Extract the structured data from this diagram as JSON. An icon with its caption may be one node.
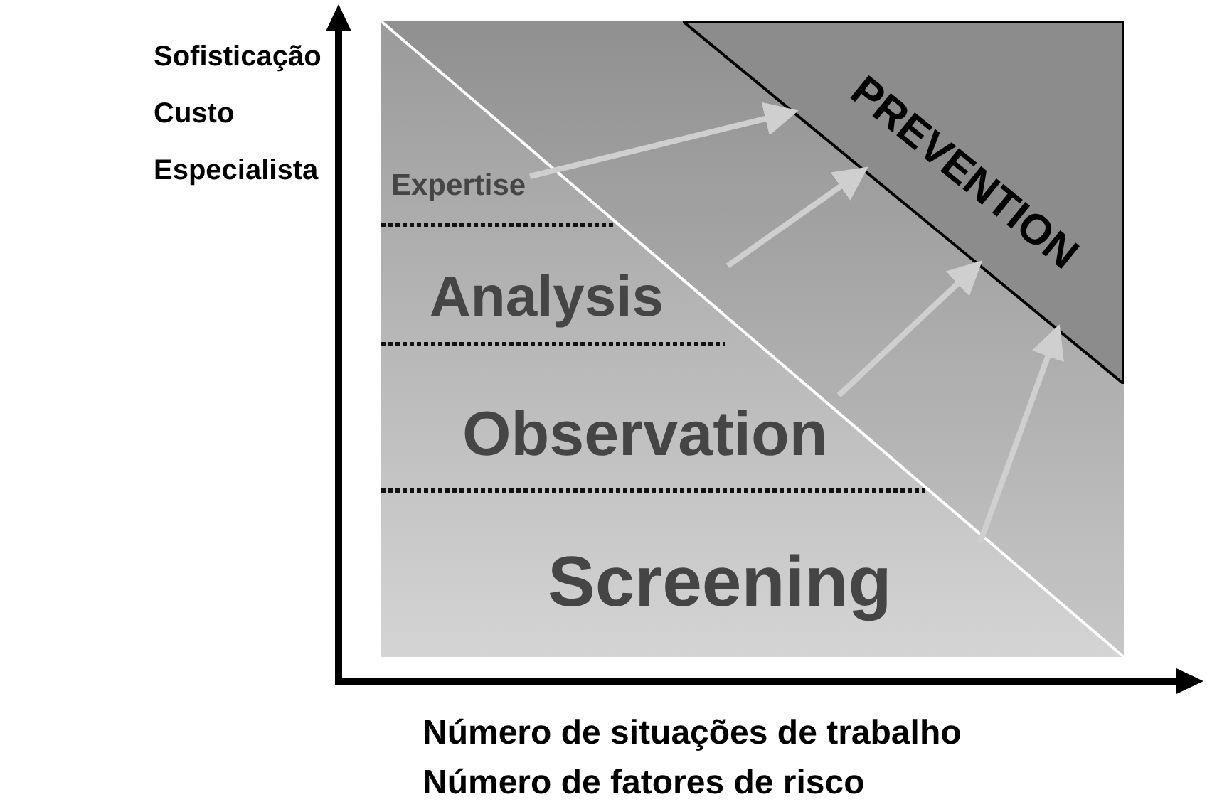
{
  "diagram": {
    "nodes": [
      {
        "text": [
          "PREVENTION"
        ]
      },
      {
        "text": [
          "Expertise"
        ]
      },
      {
        "text": [
          "Analysis"
        ]
      },
      {
        "text": [
          "Observation"
        ]
      },
      {
        "text": [
          "Screening"
        ]
      }
    ],
    "edges": [
      {
        "from": 1,
        "to": 0,
        "arrow": "to"
      },
      {
        "from": 2,
        "to": 0,
        "arrow": "to"
      },
      {
        "from": 3,
        "to": 0,
        "arrow": "to"
      },
      {
        "from": 4,
        "to": 0,
        "arrow": "to"
      }
    ],
    "labels": [
      "Sofisticação",
      "Custo",
      "Especialista",
      "Número de situações de trabalho",
      "Número de fatores de risco"
    ]
  }
}
